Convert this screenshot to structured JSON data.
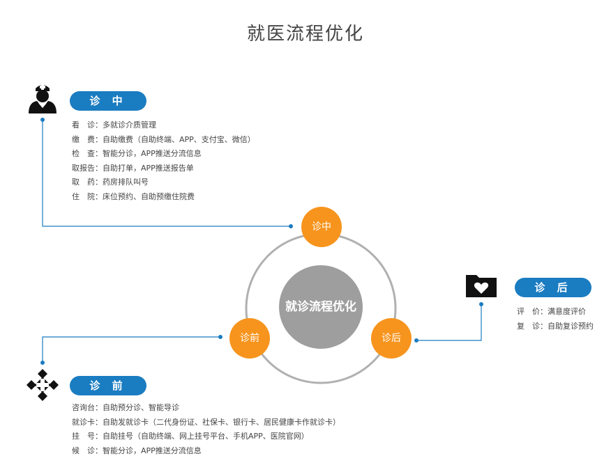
{
  "title": "就医流程优化",
  "center": {
    "label": "就诊流程优化"
  },
  "nodes": {
    "during": "诊中",
    "before": "诊前",
    "after": "诊后"
  },
  "sections": {
    "during": {
      "heading": "诊 中",
      "items": [
        "看　诊：多就诊介质管理",
        "缴　费：自助缴费（自助终端、APP、支付宝、微信）",
        "检　查：智能分诊，APP推送分流信息",
        "取报告：自助打单，APP推送报告单",
        "取　药：药房排队叫号",
        "住　院：床位预约、自助预缴住院费"
      ]
    },
    "after": {
      "heading": "诊 后",
      "items": [
        "评　价：满意度评价",
        "复　诊：自助复诊预约"
      ]
    },
    "before": {
      "heading": "诊 前",
      "items": [
        "咨询台：自助预分诊、智能导诊",
        "就诊卡：自助发就诊卡（二代身份证、社保卡、银行卡、居民健康卡作就诊卡）",
        "挂　号：自助挂号（自助终端、网上挂号平台、手机APP、医院官网）",
        "候　诊：智能分诊，APP推送分流信息"
      ]
    }
  },
  "colors": {
    "pill": "#1a7cc1",
    "node": "#f7941d",
    "center": "#9e9e9e",
    "ring": "#b0b0b0",
    "connector": "#1a7cc1"
  },
  "icons": {
    "during": "nurse-icon",
    "after": "heart-folder-icon",
    "before": "medical-cross-icon"
  }
}
